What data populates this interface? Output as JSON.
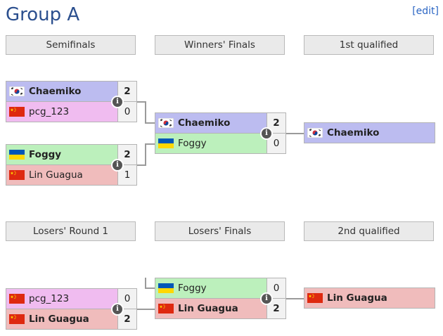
{
  "title": "Group A",
  "edit_label": "[edit]",
  "colors": {
    "korea": "#bcbcf0",
    "china_pink": "#f0bcf0",
    "ukraine": "#bcf0bc",
    "china_red": "#f0bcbc"
  },
  "headers": {
    "semifinals": "Semifinals",
    "winners_finals": "Winners' Finals",
    "first_qualified": "1st qualified",
    "losers_round1": "Losers' Round 1",
    "losers_finals": "Losers' Finals",
    "second_qualified": "2nd qualified"
  },
  "matches": {
    "semi1": {
      "p1": {
        "name": "Chaemiko",
        "score": "2",
        "flag": "south-korea-flag"
      },
      "p2": {
        "name": "pcg_123",
        "score": "0",
        "flag": "china-flag"
      }
    },
    "semi2": {
      "p1": {
        "name": "Foggy",
        "score": "2",
        "flag": "ukraine-flag"
      },
      "p2": {
        "name": "Lin Guagua",
        "score": "1",
        "flag": "china-flag"
      }
    },
    "winners_final": {
      "p1": {
        "name": "Chaemiko",
        "score": "2",
        "flag": "south-korea-flag"
      },
      "p2": {
        "name": "Foggy",
        "score": "0",
        "flag": "ukraine-flag"
      }
    },
    "losers_r1": {
      "p1": {
        "name": "pcg_123",
        "score": "0",
        "flag": "china-flag"
      },
      "p2": {
        "name": "Lin Guagua",
        "score": "2",
        "flag": "china-flag"
      }
    },
    "losers_final": {
      "p1": {
        "name": "Foggy",
        "score": "0",
        "flag": "ukraine-flag"
      },
      "p2": {
        "name": "Lin Guagua",
        "score": "2",
        "flag": "china-flag"
      }
    }
  },
  "qualified": {
    "first": {
      "name": "Chaemiko",
      "flag": "south-korea-flag"
    },
    "second": {
      "name": "Lin Guagua",
      "flag": "china-flag"
    }
  },
  "info_icon_glyph": "i"
}
